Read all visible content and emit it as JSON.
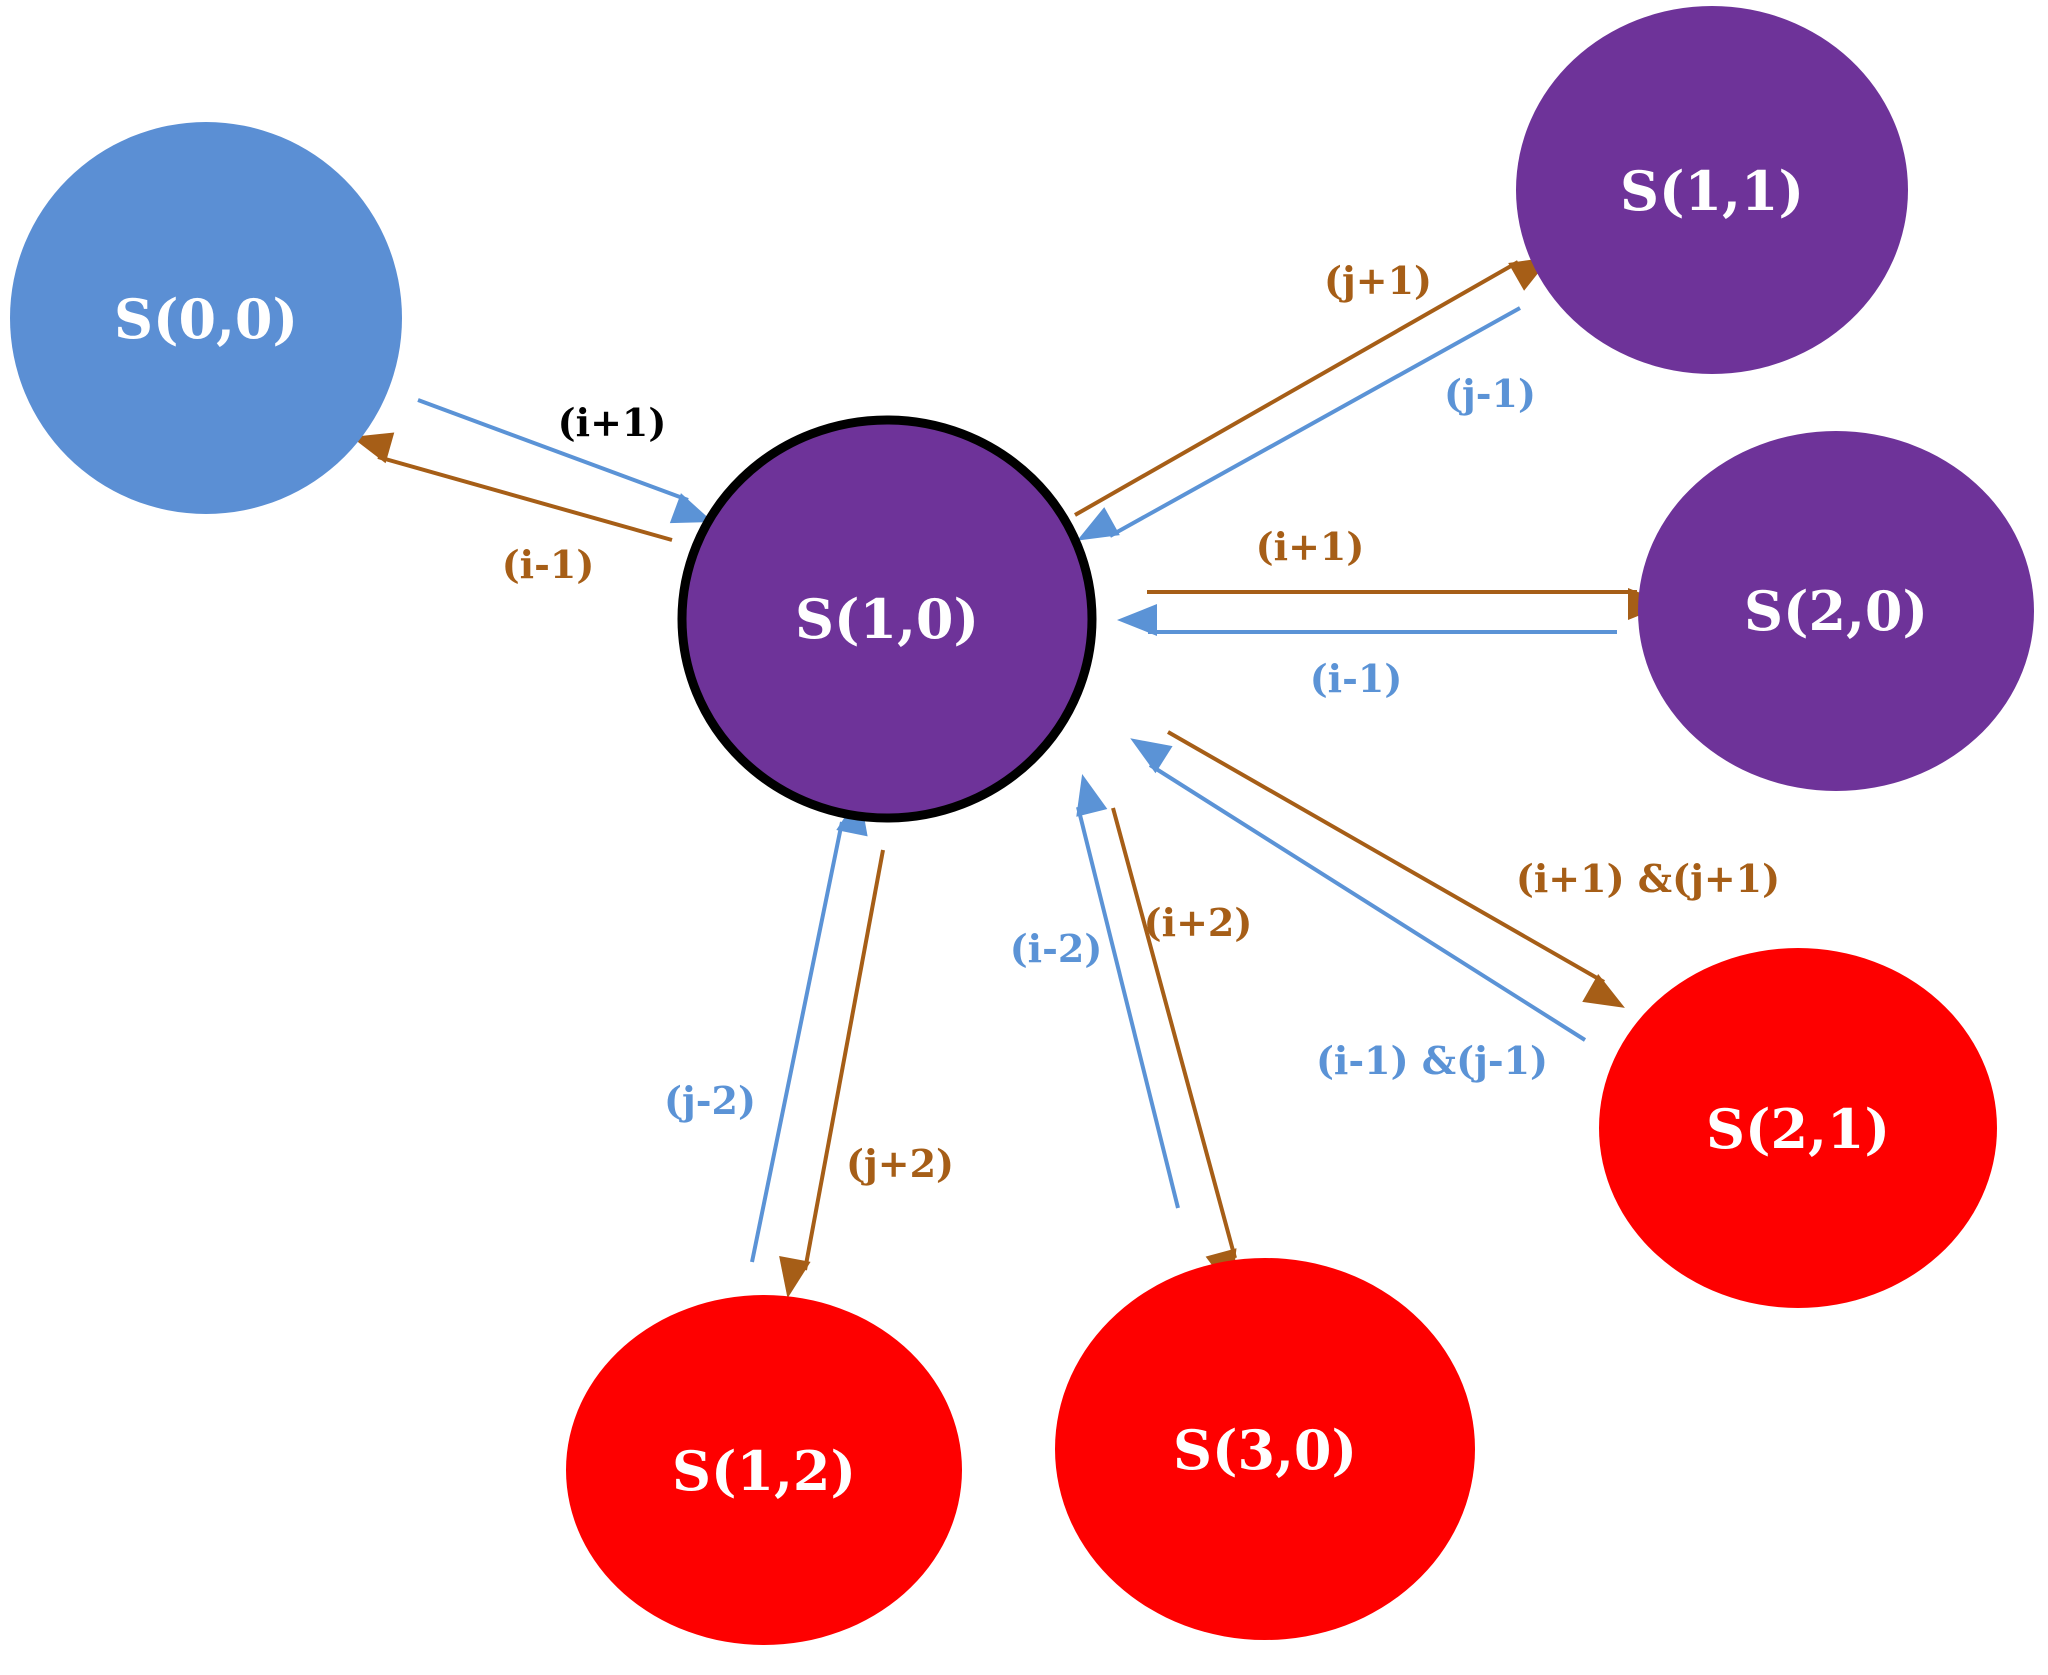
{
  "colors": {
    "background": "#ffffff",
    "blue_node": "#5b8fd4",
    "purple_node": "#6e3399",
    "red_node": "#fe0000",
    "node_text": "#ffffff",
    "highlight_outline": "#000000",
    "increase_arrow": "#a65e17",
    "decrease_arrow": "#5b93d6",
    "black_label": "#000000"
  },
  "nodes": [
    {
      "id": "s00",
      "label": "S(0,0)",
      "color": "#5b8fd4",
      "highlighted": false
    },
    {
      "id": "s10",
      "label": "S(1,0)",
      "color": "#6e3399",
      "highlighted": true
    },
    {
      "id": "s11",
      "label": "S(1,1)",
      "color": "#6e3399",
      "highlighted": false
    },
    {
      "id": "s20",
      "label": "S(2,0)",
      "color": "#6e3399",
      "highlighted": false
    },
    {
      "id": "s21",
      "label": "S(2,1)",
      "color": "#fe0000",
      "highlighted": false
    },
    {
      "id": "s12",
      "label": "S(1,2)",
      "color": "#fe0000",
      "highlighted": false
    },
    {
      "id": "s30",
      "label": "S(3,0)",
      "color": "#fe0000",
      "highlighted": false
    }
  ],
  "edges": [
    {
      "id": "s00-to-s10",
      "from": "S(0,0)",
      "to": "S(1,0)",
      "label": "(i+1)",
      "arrow_color": "#5b93d6",
      "label_color": "#000000"
    },
    {
      "id": "s10-to-s00",
      "from": "S(1,0)",
      "to": "S(0,0)",
      "label": "(i-1)",
      "arrow_color": "#a65e17",
      "label_color": "#a65e17"
    },
    {
      "id": "s10-to-s11",
      "from": "S(1,0)",
      "to": "S(1,1)",
      "label": "(j+1)",
      "arrow_color": "#a65e17",
      "label_color": "#a65e17"
    },
    {
      "id": "s11-to-s10",
      "from": "S(1,1)",
      "to": "S(1,0)",
      "label": "(j-1)",
      "arrow_color": "#5b93d6",
      "label_color": "#5b93d6"
    },
    {
      "id": "s10-to-s20",
      "from": "S(1,0)",
      "to": "S(2,0)",
      "label": "(i+1)",
      "arrow_color": "#a65e17",
      "label_color": "#a65e17"
    },
    {
      "id": "s20-to-s10",
      "from": "S(2,0)",
      "to": "S(1,0)",
      "label": "(i-1)",
      "arrow_color": "#5b93d6",
      "label_color": "#5b93d6"
    },
    {
      "id": "s10-to-s21",
      "from": "S(1,0)",
      "to": "S(2,1)",
      "label": "(i+1) &(j+1)",
      "arrow_color": "#a65e17",
      "label_color": "#a65e17"
    },
    {
      "id": "s21-to-s10",
      "from": "S(2,1)",
      "to": "S(1,0)",
      "label": "(i-1) &(j-1)",
      "arrow_color": "#5b93d6",
      "label_color": "#5b93d6"
    },
    {
      "id": "s10-to-s30",
      "from": "S(1,0)",
      "to": "S(3,0)",
      "label": "(i+2)",
      "arrow_color": "#a65e17",
      "label_color": "#a65e17"
    },
    {
      "id": "s30-to-s10",
      "from": "S(3,0)",
      "to": "S(1,0)",
      "label": "(i-2)",
      "arrow_color": "#5b93d6",
      "label_color": "#5b93d6"
    },
    {
      "id": "s10-to-s12",
      "from": "S(1,0)",
      "to": "S(1,2)",
      "label": "(j+2)",
      "arrow_color": "#a65e17",
      "label_color": "#a65e17"
    },
    {
      "id": "s12-to-s10",
      "from": "S(1,2)",
      "to": "S(1,0)",
      "label": "(j-2)",
      "arrow_color": "#5b93d6",
      "label_color": "#5b93d6"
    }
  ]
}
